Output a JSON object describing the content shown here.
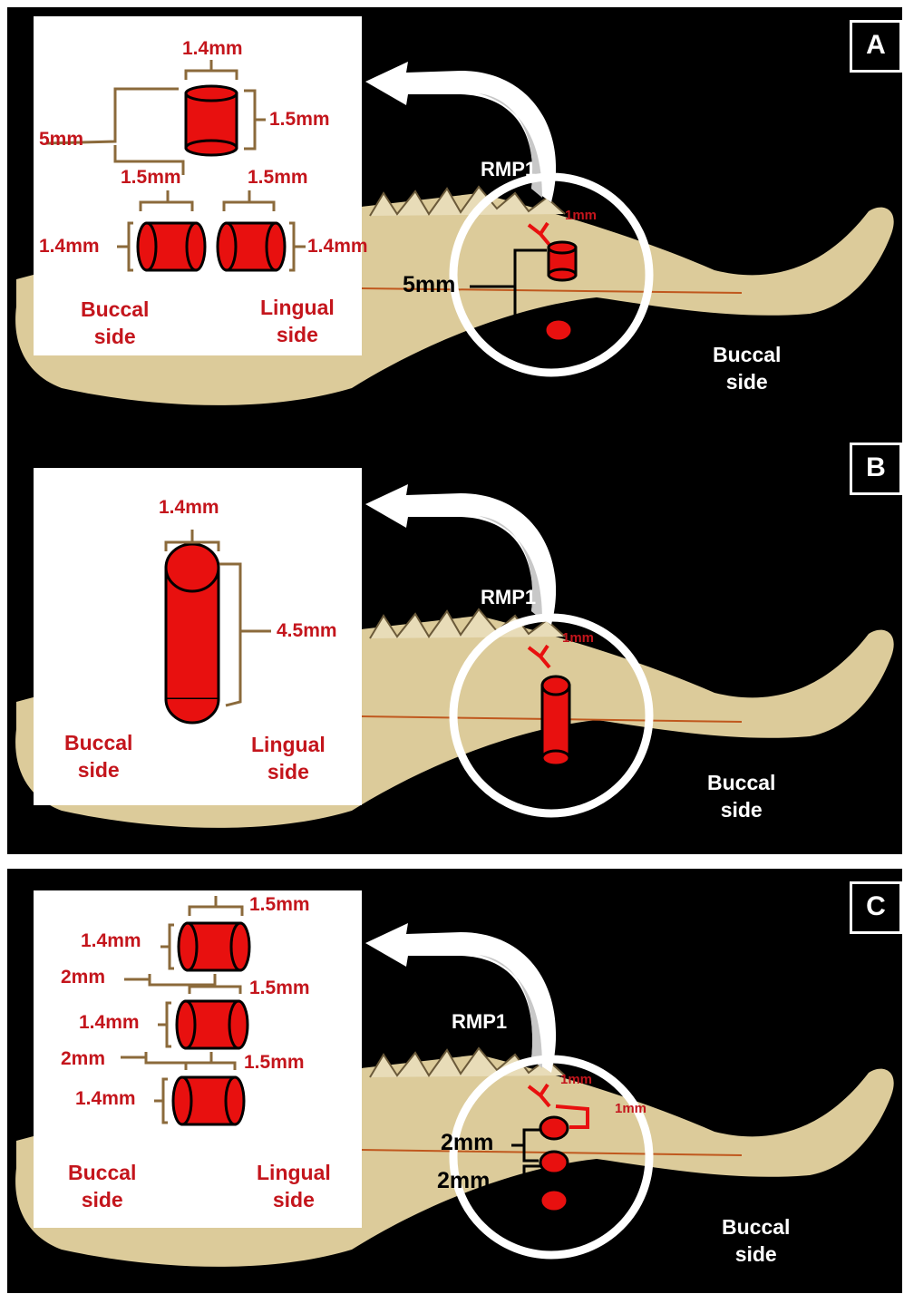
{
  "colors": {
    "background": "#000000",
    "bone": "#dccb9a",
    "cylinder": "#e8100f",
    "label_red": "#c4151c",
    "bracket": "#8b6a3b",
    "reference_line": "#c0581e"
  },
  "panels": [
    {
      "letter": "A",
      "rmp": "RMP1",
      "buccal_side_label": [
        "Buccal",
        "side"
      ],
      "inset": {
        "top_width": "1.4mm",
        "top_height": "1.5mm",
        "spacing": "5mm",
        "left_length": "1.5mm",
        "right_length": "1.5mm",
        "left_dia": "1.4mm",
        "right_dia": "1.4mm",
        "buccal": [
          "Buccal",
          "side"
        ],
        "lingual": [
          "Lingual",
          "side"
        ]
      },
      "bone": {
        "depth": "1mm",
        "spacing": "5mm"
      }
    },
    {
      "letter": "B",
      "rmp": "RMP1",
      "buccal_side_label": [
        "Buccal",
        "side"
      ],
      "inset": {
        "width": "1.4mm",
        "height": "4.5mm",
        "buccal": [
          "Buccal",
          "side"
        ],
        "lingual": [
          "Lingual",
          "side"
        ]
      },
      "bone": {
        "depth": "1mm"
      }
    },
    {
      "letter": "C",
      "rmp": "RMP1",
      "buccal_side_label": [
        "Buccal",
        "side"
      ],
      "inset": {
        "length_1": "1.5mm",
        "dia_1": "1.4mm",
        "gap_1": "2mm",
        "length_2": "1.5mm",
        "dia_2": "1.4mm",
        "gap_2": "2mm",
        "length_3": "1.5mm",
        "dia_3": "1.4mm",
        "buccal": [
          "Buccal",
          "side"
        ],
        "lingual": [
          "Lingual",
          "side"
        ]
      },
      "bone": {
        "depth": "1mm",
        "offset": "1mm",
        "gap_1": "2mm",
        "gap_2": "2mm"
      }
    }
  ]
}
